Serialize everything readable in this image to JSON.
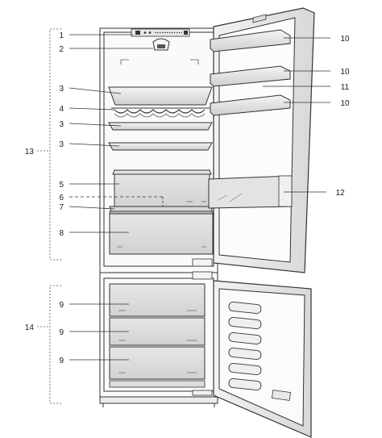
{
  "callouts_left": [
    "1",
    "2",
    "3",
    "4",
    "3",
    "3",
    "5",
    "6",
    "7",
    "8",
    "9",
    "9",
    "9"
  ],
  "callouts_right": [
    "10",
    "10",
    "11",
    "10",
    "12"
  ],
  "brackets": [
    "13",
    "14"
  ]
}
